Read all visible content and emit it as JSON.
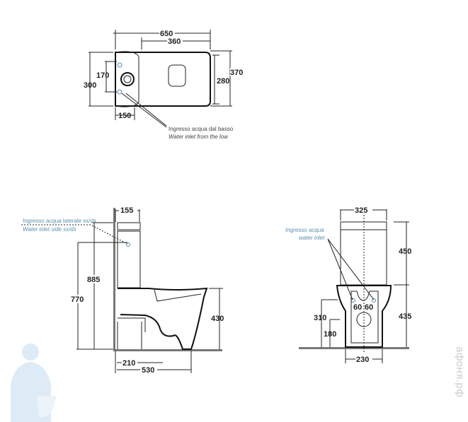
{
  "top_view": {
    "dims": {
      "w650": "650",
      "w360": "360",
      "h370": "370",
      "h280": "280",
      "h300": "300",
      "h170": "170",
      "w150": "150"
    },
    "note_it": "Ingresso acqua dal basso",
    "note_en": "Water inlet from the low"
  },
  "side_view": {
    "dims": {
      "d155": "155",
      "h885": "885",
      "h770": "770",
      "h430": "430",
      "d210": "210",
      "d530": "530"
    },
    "note_it": "Ingresso acqua laterale sx/dx",
    "note_en": "Water inlet side sx/dx"
  },
  "front_view": {
    "dims": {
      "w325": "325",
      "h450": "450",
      "h435": "435",
      "h310": "310",
      "h180": "180",
      "w230": "230",
      "c60a": "60",
      "c60b": "60"
    },
    "note_it": "Ingresso acqua",
    "note_en": "water inlet"
  },
  "watermark": "афоня.рф"
}
